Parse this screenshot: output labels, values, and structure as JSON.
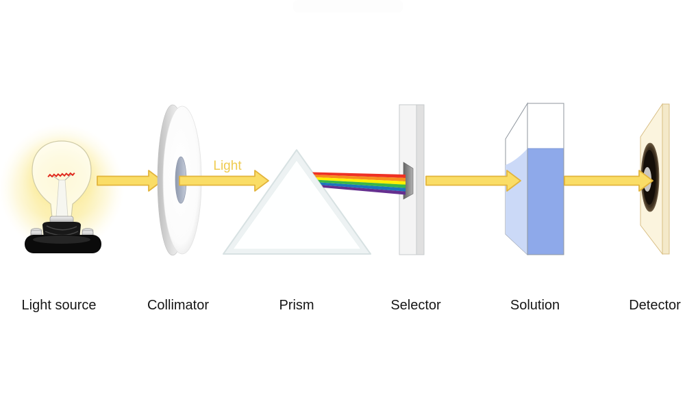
{
  "beam_label": "Light",
  "stages": [
    {
      "label": "Light source"
    },
    {
      "label": "Collimator"
    },
    {
      "label": "Prism"
    },
    {
      "label": "Selector"
    },
    {
      "label": "Solution"
    },
    {
      "label": "Detector"
    }
  ],
  "colors": {
    "arrow_fill": "#FADD66",
    "arrow_stroke": "#E2B43C",
    "beam_label": "#EFCB4F",
    "glow_yellow": "#F9E26E",
    "filament_red": "#E02A1E",
    "solution_blue": "#8EA9EA",
    "solution_blue_light": "#CBD9F7",
    "selector_plate": "#F4F4F4",
    "detector_plate": "#FBF4DE",
    "rainbow": [
      "#EE3124",
      "#F68E1E",
      "#FFF100",
      "#3AB54A",
      "#1B75BC",
      "#652F8F"
    ]
  }
}
